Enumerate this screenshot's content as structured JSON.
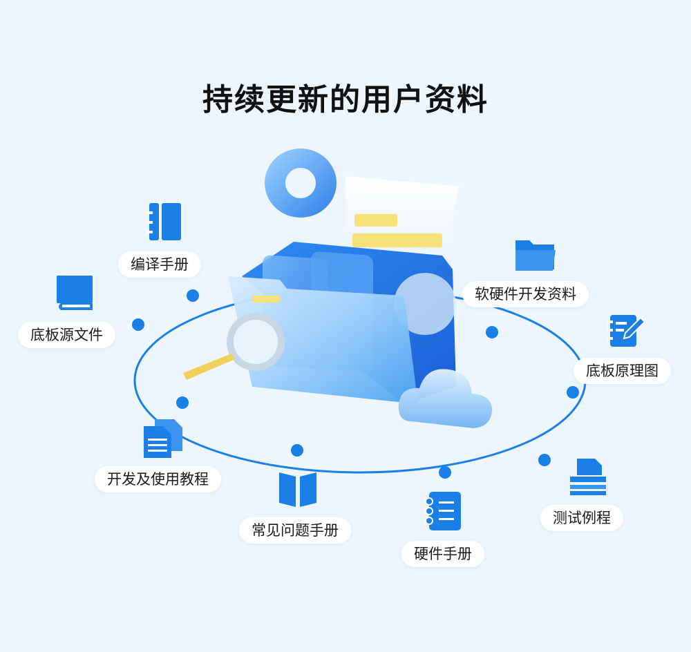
{
  "title": "持续更新的用户资料",
  "colors": {
    "accent": "#1a7fe6",
    "background": "#eef6fd",
    "label_bg": "#ffffff"
  },
  "items": [
    {
      "label": "编译手册",
      "icon": "spiral-notebook-icon"
    },
    {
      "label": "软硬件开发资料",
      "icon": "folder-icon"
    },
    {
      "label": "底板源文件",
      "icon": "book-icon"
    },
    {
      "label": "底板原理图",
      "icon": "notebook-pen-icon"
    },
    {
      "label": "开发及使用教程",
      "icon": "documents-icon"
    },
    {
      "label": "测试例程",
      "icon": "printer-icon"
    },
    {
      "label": "常见问题手册",
      "icon": "open-book-icon"
    },
    {
      "label": "硬件手册",
      "icon": "spiral-list-icon"
    }
  ]
}
